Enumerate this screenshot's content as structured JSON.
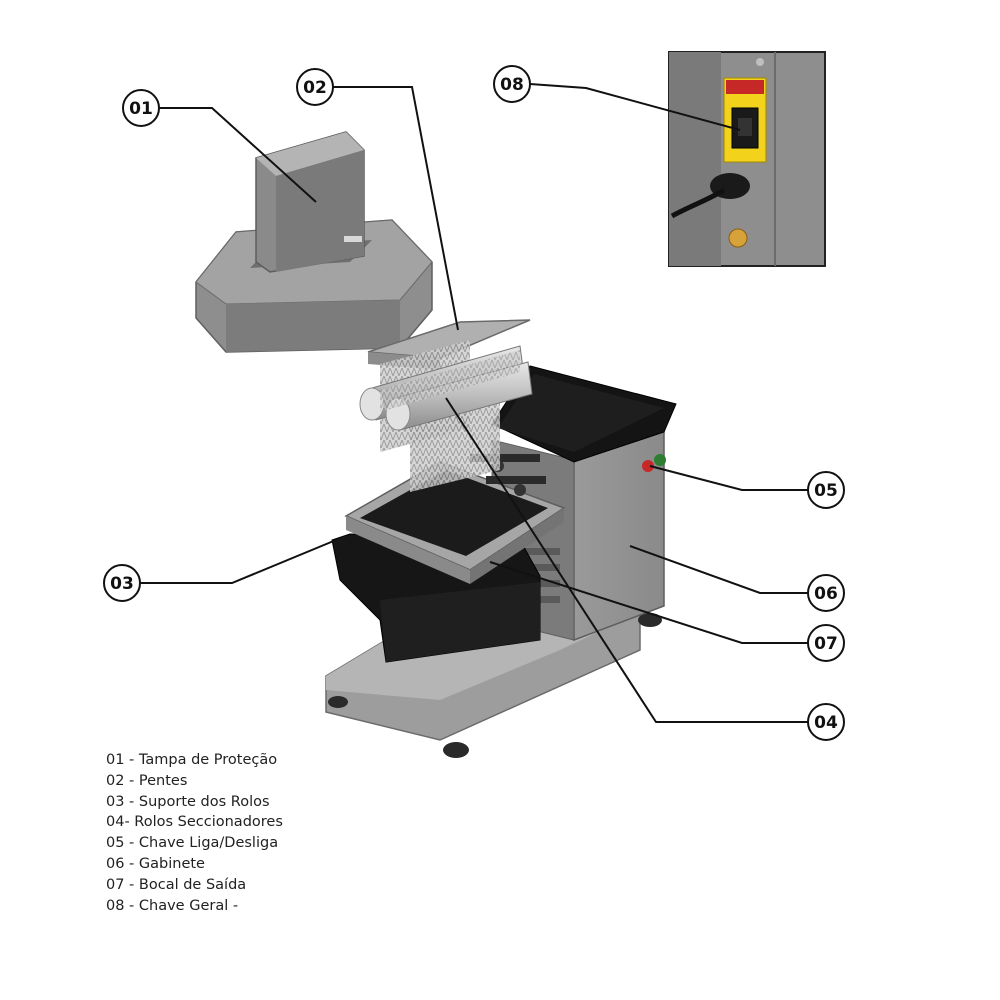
{
  "callouts": [
    {
      "num": "01",
      "label": "Tampa de Proteção"
    },
    {
      "num": "02",
      "label": "Pentes"
    },
    {
      "num": "03",
      "label": "Suporte dos Rolos"
    },
    {
      "num": "04",
      "label": "Rolos Seccionadores"
    },
    {
      "num": "05",
      "label": "Chave Liga/Desliga"
    },
    {
      "num": "06",
      "label": "Gabinete"
    },
    {
      "num": "07",
      "label": "Bocal de Saída"
    },
    {
      "num": "08",
      "label": "Chave Geral -"
    }
  ],
  "legend": [
    "01 - Tampa de Proteção",
    "02 - Pentes",
    "03 - Suporte dos Rolos",
    "04- Rolos Seccionadores",
    "05 - Chave Liga/Desliga",
    "06 - Gabinete",
    "07 - Bocal de Saída",
    "08 - Chave Geral -"
  ],
  "colors": {
    "metal": "#8f8f8f",
    "metal_dark": "#6e6e6e",
    "hopper": "#151515",
    "warning_label": "#f2d21b",
    "switch_red": "#c62828",
    "switch_green": "#2e7d32",
    "leader": "#111111"
  }
}
